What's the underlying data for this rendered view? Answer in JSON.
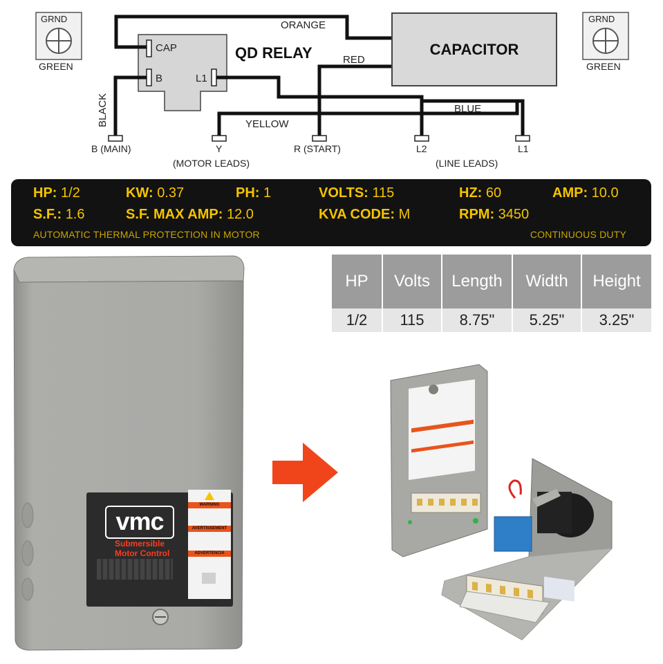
{
  "diagram": {
    "capacitor_label": "CAPACITOR",
    "relay_label": "QD RELAY",
    "relay_terminals": {
      "cap": "CAP",
      "b": "B",
      "l1": "L1"
    },
    "ground_left": {
      "top": "GRND",
      "bottom": "GREEN"
    },
    "ground_right": {
      "top": "GRND",
      "bottom": "GREEN"
    },
    "wire_labels": {
      "orange": "ORANGE",
      "red": "RED",
      "black": "BLACK",
      "yellow": "YELLOW",
      "blue": "BLUE"
    },
    "terminals": {
      "b_main": "B (MAIN)",
      "y": "Y",
      "r_start": "R (START)",
      "l2": "L2",
      "l1": "L1"
    },
    "group_labels": {
      "motor_leads": "(MOTOR LEADS)",
      "line_leads": "(LINE LEADS)"
    }
  },
  "specs": {
    "hp": {
      "key": "HP:",
      "value": "1/2"
    },
    "kw": {
      "key": "KW:",
      "value": "0.37"
    },
    "ph": {
      "key": "PH:",
      "value": "1"
    },
    "volts": {
      "key": "VOLTS:",
      "value": "115"
    },
    "hz": {
      "key": "HZ:",
      "value": "60"
    },
    "amp": {
      "key": "AMP:",
      "value": "10.0"
    },
    "sf": {
      "key": "S.F.:",
      "value": "1.6"
    },
    "sf_max_amp": {
      "key": "S.F. MAX AMP:",
      "value": "12.0"
    },
    "kva_code": {
      "key": "KVA CODE:",
      "value": "M"
    },
    "rpm": {
      "key": "RPM:",
      "value": "3450"
    },
    "note_left": "AUTOMATIC THERMAL PROTECTION IN MOTOR",
    "note_right": "CONTINUOUS DUTY",
    "accent_color": "#f5c400",
    "banner_color": "#121212"
  },
  "dimensions_table": {
    "headers": [
      "HP",
      "Volts",
      "Length",
      "Width",
      "Height"
    ],
    "rows": [
      [
        "1/2",
        "115",
        "8.75\"",
        "5.25\"",
        "3.25\""
      ]
    ]
  },
  "product": {
    "brand": "vmc",
    "subtitle_line1": "Submersible",
    "subtitle_line2": "Motor Control",
    "warning_headers": [
      "WARNING",
      "AVERTISSEMENT",
      "ADVERTENCIA"
    ],
    "arrow_color": "#f0451b",
    "box_color": "#a7a7a4"
  }
}
